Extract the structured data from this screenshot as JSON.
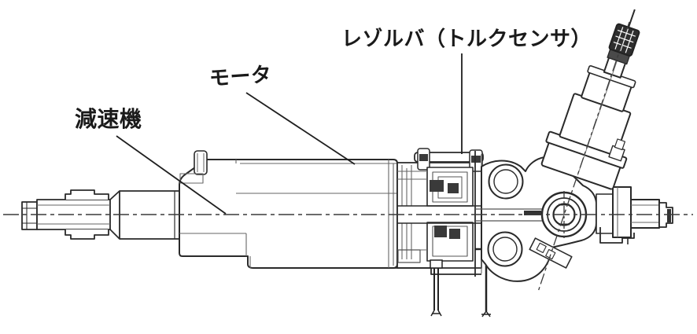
{
  "drawing": {
    "labels": {
      "reducer": "減速機",
      "motor": "モータ",
      "resolver": "レゾルバ（トルクセンサ）"
    },
    "colors": {
      "background": "#ffffff",
      "line": "#2a2a2a",
      "text": "#1a1a1a"
    }
  }
}
